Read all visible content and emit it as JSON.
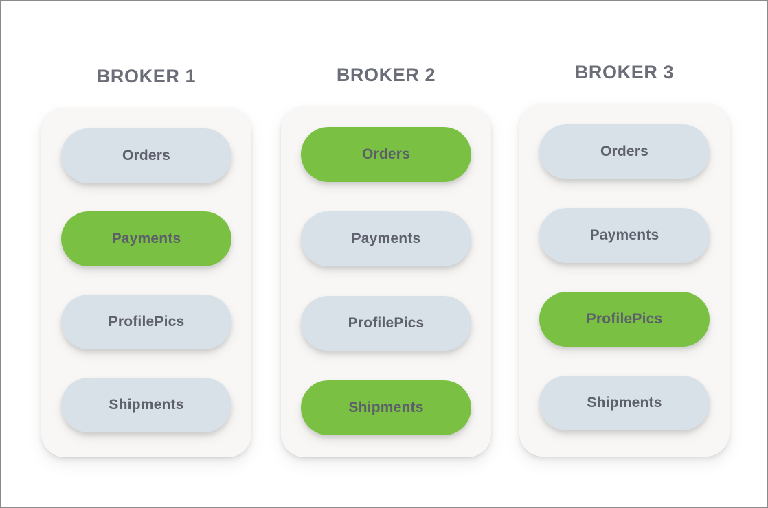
{
  "diagram": {
    "title_prefix": "BROKER",
    "colors": {
      "active_pill": "#7AC143",
      "idle_pill": "#D8E0E8",
      "card_background": "#F8F7F5",
      "title_text": "#6B6E78",
      "pill_text": "#5E616B",
      "page_background": "#FFFFFF",
      "page_border": "#8A8A8A"
    },
    "topics": [
      "Orders",
      "Payments",
      "ProfilePics",
      "Shipments"
    ],
    "columns": [
      {
        "title": "BROKER 1",
        "pills": [
          {
            "label": "Orders",
            "state": "idle"
          },
          {
            "label": "Payments",
            "state": "active"
          },
          {
            "label": "ProfilePics",
            "state": "idle"
          },
          {
            "label": "Shipments",
            "state": "idle"
          }
        ]
      },
      {
        "title": "BROKER 2",
        "pills": [
          {
            "label": "Orders",
            "state": "active"
          },
          {
            "label": "Payments",
            "state": "idle"
          },
          {
            "label": "ProfilePics",
            "state": "idle"
          },
          {
            "label": "Shipments",
            "state": "active"
          }
        ]
      },
      {
        "title": "BROKER 3",
        "pills": [
          {
            "label": "Orders",
            "state": "idle"
          },
          {
            "label": "Payments",
            "state": "idle"
          },
          {
            "label": "ProfilePics",
            "state": "active"
          },
          {
            "label": "Shipments",
            "state": "idle"
          }
        ]
      }
    ]
  }
}
